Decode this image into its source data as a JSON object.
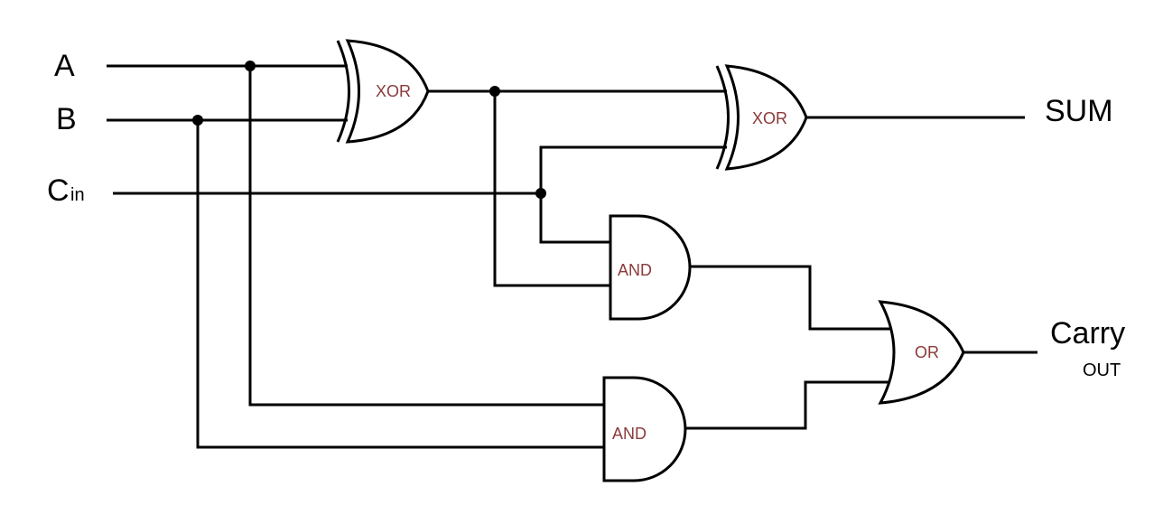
{
  "colors": {
    "wire": "#000000",
    "gate_label": "#8b3a3a",
    "background": "#ffffff"
  },
  "inputs": {
    "a": "A",
    "b": "B",
    "cin_main": "C",
    "cin_sub": "in"
  },
  "outputs": {
    "sum": "SUM",
    "carry": "Carry",
    "carry_sub": "OUT"
  },
  "gates": {
    "xor1": "XOR",
    "xor2": "XOR",
    "and1": "AND",
    "and2": "AND",
    "or1": "OR"
  }
}
